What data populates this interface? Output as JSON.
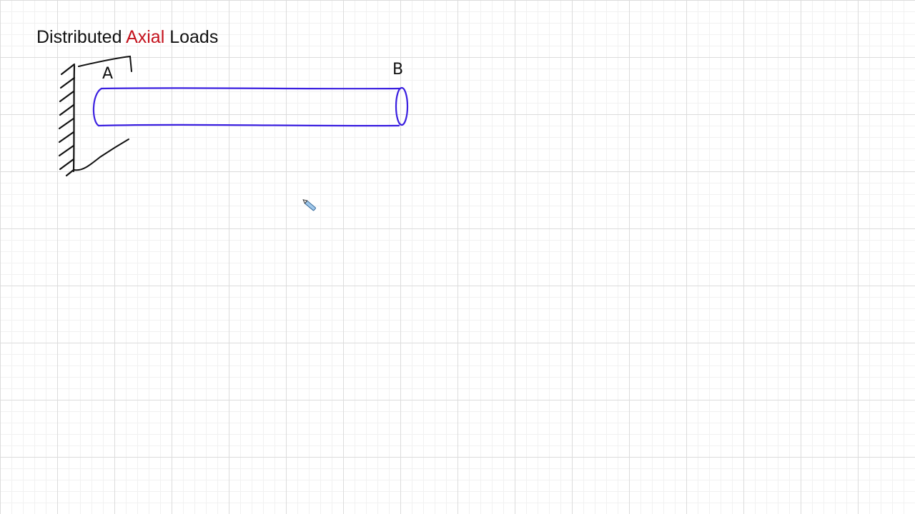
{
  "title": {
    "part1": "Distributed",
    "accent_word": "Axial",
    "part2": "Loads",
    "accent_color": "#c4111c"
  },
  "diagram": {
    "label_a": "A",
    "label_b": "B",
    "bar_color": "#3a1fe0",
    "ink_color": "#111111"
  },
  "cursor": {
    "icon": "pen-cursor-icon"
  }
}
